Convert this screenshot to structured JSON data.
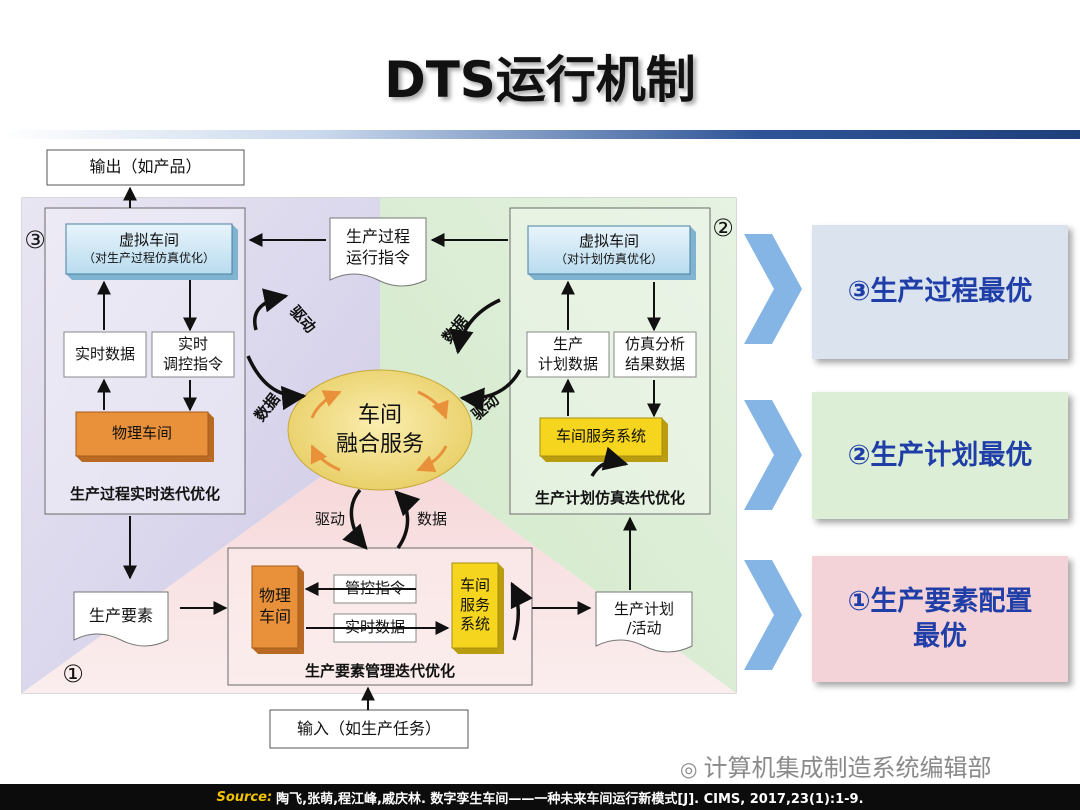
{
  "title": "DTS运行机制",
  "diagram": {
    "output_box": "输出（如产品）",
    "input_box": "输入（如生产任务）",
    "center_line1": "车间",
    "center_line2": "融合服务",
    "markers": {
      "one": "①",
      "two": "②",
      "three": "③"
    },
    "left_panel": {
      "virtual_title": "虚拟车间",
      "virtual_sub": "（对生产过程仿真优化）",
      "realtime_data": "实时数据",
      "realtime_cmd_line1": "实时",
      "realtime_cmd_line2": "调控指令",
      "physical": "物理车间",
      "caption": "生产过程实时迭代优化"
    },
    "right_panel": {
      "virtual_title": "虚拟车间",
      "virtual_sub": "（对计划仿真优化）",
      "plan_data_line1": "生产",
      "plan_data_line2": "计划数据",
      "sim_result_line1": "仿真分析",
      "sim_result_line2": "结果数据",
      "service": "车间服务系统",
      "caption": "生产计划仿真迭代优化"
    },
    "bottom_panel": {
      "physical_line1": "物理",
      "physical_line2": "车间",
      "control_cmd": "管控指令",
      "realtime_data": "实时数据",
      "service_line1": "车间",
      "service_line2": "服务",
      "service_line3": "系统",
      "caption": "生产要素管理迭代优化"
    },
    "doc_process_line1": "生产过程",
    "doc_process_line2": "运行指令",
    "doc_elements": "生产要素",
    "doc_plan_line1": "生产计划",
    "doc_plan_line2": "/活动",
    "arrows": {
      "left_drive": "驱动",
      "left_data": "数据",
      "right_data": "数据",
      "right_drive": "驱动",
      "bottom_drive": "驱动",
      "bottom_data": "数据"
    }
  },
  "right_cards": [
    {
      "label": "③生产过程最优",
      "bg": "#dbe3ef"
    },
    {
      "label": "②生产计划最优",
      "bg": "#dcefd6"
    },
    {
      "label_line1": "①生产要素配置",
      "label_line2": "最优",
      "bg": "#f3d3d7"
    }
  ],
  "footer": {
    "source_label": "Source:",
    "citation": "陶飞,张萌,程江峰,戚庆林. 数字孪生车间——一种未来车间运行新模式[J]. CIMS, 2017,23(1):1-9."
  },
  "watermark": "计算机集成制造系统编辑部",
  "colors": {
    "chevron": "#6fa8e0",
    "accent_blue": "#1f3ea8",
    "physical_orange": "#e8913a",
    "service_yellow": "#f5d51e",
    "center_yellow": "#f2dc78"
  }
}
